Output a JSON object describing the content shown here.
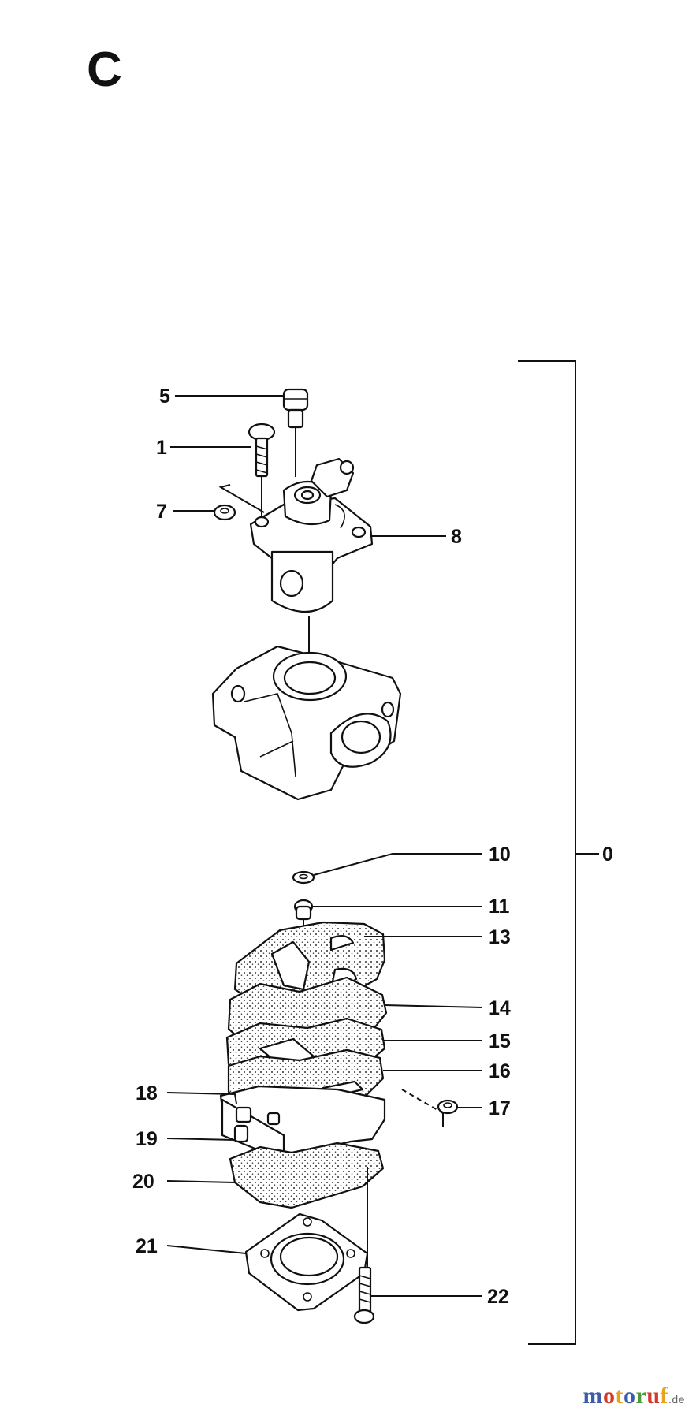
{
  "section_letter": "C",
  "callouts": {
    "c0": "0",
    "c1": "1",
    "c5": "5",
    "c7": "7",
    "c8": "8",
    "c10": "10",
    "c11": "11",
    "c13": "13",
    "c14": "14",
    "c15": "15",
    "c16": "16",
    "c17": "17",
    "c18": "18",
    "c19": "19",
    "c20": "20",
    "c21": "21",
    "c22": "22"
  },
  "watermark": {
    "letters": [
      "m",
      "o",
      "t",
      "o",
      "r",
      "u",
      "f"
    ],
    "colors": [
      "#3b5ca8",
      "#d23a2a",
      "#e8a21b",
      "#3b5ca8",
      "#4a9a3a",
      "#d23a2a",
      "#e8a21b"
    ],
    "suffix": ".de"
  }
}
